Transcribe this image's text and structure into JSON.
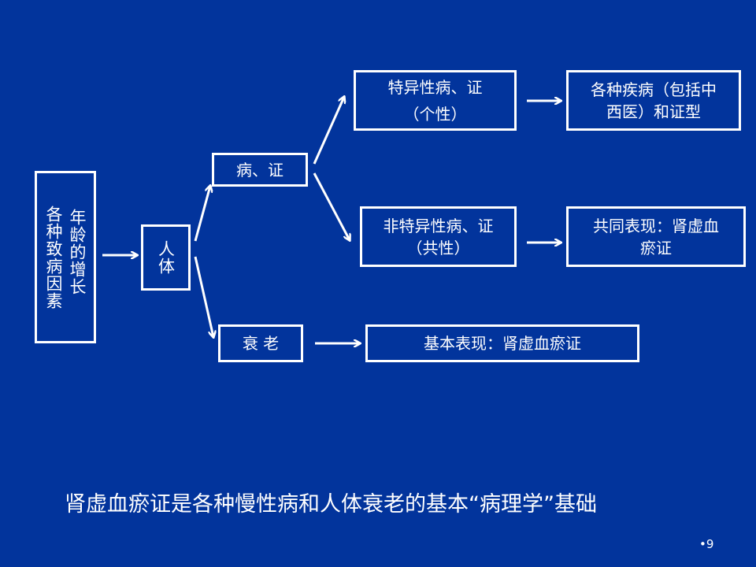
{
  "nodes": {
    "causes_col1": "各种致病因素",
    "causes_col2": "年龄的增长",
    "body": "人体",
    "disease": "病、证",
    "aging": "衰 老",
    "specific_line1": "特异性病、证",
    "specific_line2": "（个性）",
    "all_diseases_line1": "各种疾病（包括中",
    "all_diseases_line2": "西医）和证型",
    "nonspecific_line1": "非特异性病、证",
    "nonspecific_line2": "（共性）",
    "common_line1": "共同表现：肾虚血",
    "common_line2": "瘀证",
    "basic": "基本表现：肾虚血瘀证"
  },
  "caption": "肾虚血瘀证是各种慢性病和人体衰老的基本“病理学”基础",
  "page_number": "•9",
  "colors": {
    "background": "#02349c",
    "foreground": "#ffffff"
  }
}
